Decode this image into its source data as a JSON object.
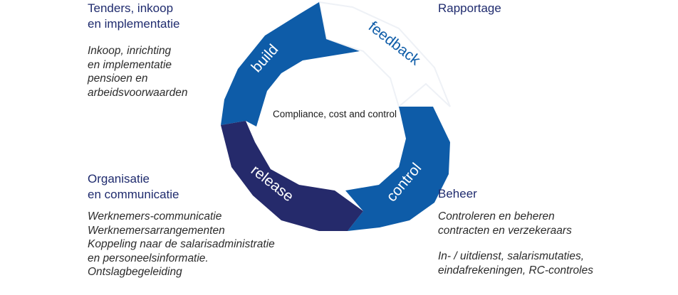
{
  "center_text": "Compliance, cost and control",
  "segments": {
    "build": "build",
    "feedback": "feedback",
    "control": "control",
    "release": "release"
  },
  "colors": {
    "build": "#0e5ca8",
    "feedback": "#ffffff",
    "control": "#0e5ca8",
    "release": "#252a6b",
    "heading": "#1f2b6e"
  },
  "sections": {
    "tenders": {
      "title_lines": [
        "Tenders, inkoop",
        "en implementatie"
      ],
      "desc_lines": [
        "Inkoop, inrichting",
        "en implementatie",
        "pensioen en",
        "arbeidsvoorwaarden"
      ]
    },
    "rapportage": {
      "title_lines": [
        "Rapportage"
      ]
    },
    "organisatie": {
      "title_lines": [
        "Organisatie",
        "en communicatie"
      ],
      "desc_lines": [
        "Werknemers-communicatie",
        "Werknemersarrangementen",
        "Koppeling naar de salarisadministratie",
        "en personeelsinformatie.",
        "Ontslagbegeleiding"
      ]
    },
    "beheer": {
      "title_lines": [
        "Beheer"
      ],
      "desc_lines": [
        "Controleren en beheren",
        "contracten en verzekeraars",
        "",
        "In- / uitdienst, salarismutaties,",
        "eindafrekeningen, RC-controles"
      ]
    }
  }
}
